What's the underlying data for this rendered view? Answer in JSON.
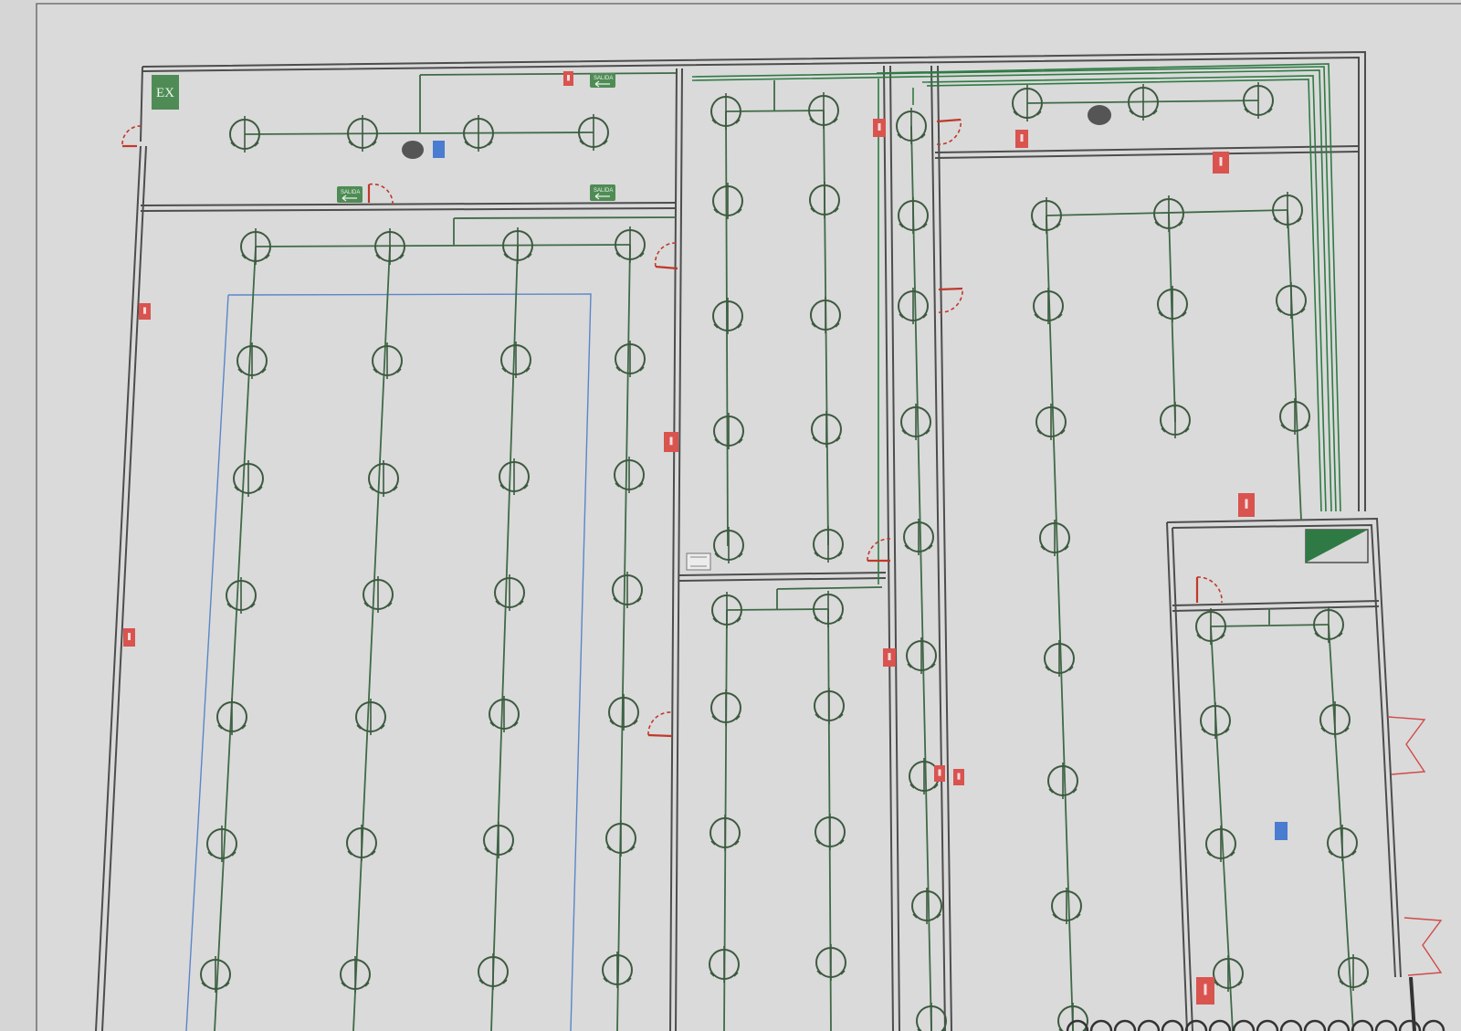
{
  "drawing": {
    "exit_signs": [
      {
        "id": "exit-top",
        "text": "SALIDA"
      },
      {
        "id": "exit-mid",
        "text": "SALIDA"
      },
      {
        "id": "exit-right",
        "text": "SALIDA"
      }
    ],
    "emergency_symbol": "EX",
    "colors": {
      "wall": "#4d4d4d",
      "circuit": "#3f6a46",
      "feeder": "#2f7a44",
      "zone": "#5a86c8",
      "extinguisher": "#d9534f",
      "door": "#c0392b",
      "paper": "#d6d6d6"
    },
    "icons": [
      "luminaire-icon",
      "fire-extinguisher-icon",
      "exit-sign-icon",
      "emergency-exit-icon",
      "electrical-panel-icon",
      "door-swing-icon"
    ]
  }
}
